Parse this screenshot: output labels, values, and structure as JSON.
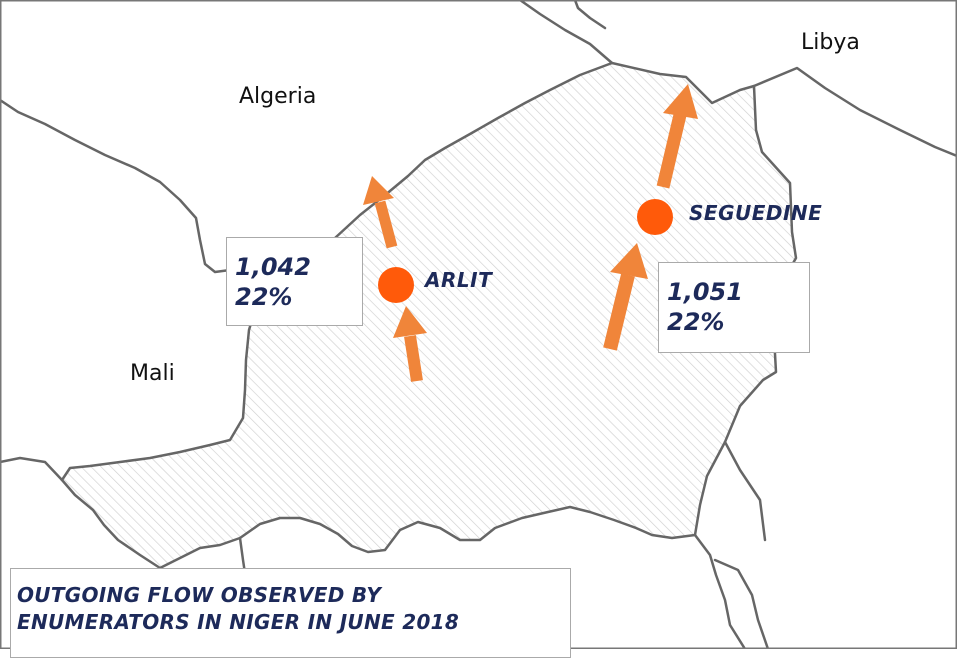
{
  "map": {
    "countries": [
      {
        "id": "algeria",
        "name": "Algeria"
      },
      {
        "id": "libya",
        "name": "Libya"
      },
      {
        "id": "mali",
        "name": "Mali"
      }
    ],
    "towns": [
      {
        "id": "arlit",
        "name": "ARLIT",
        "count": "1,042",
        "percent": "22%"
      },
      {
        "id": "seguedine",
        "name": "SEGUEDINE",
        "count": "1,051",
        "percent": "22%"
      }
    ],
    "title_lines": [
      "OUTGOING FLOW OBSERVED BY",
      "ENUMERATORS IN NIGER IN JUNE 2018"
    ],
    "colors": {
      "town_marker": "#ff5a0a",
      "flow_arrow": "#f0853a",
      "label_text": "#1d2a5a",
      "border": "#666666",
      "hatch": "#cfcfcf",
      "box_border": "#aaaaaa"
    }
  }
}
